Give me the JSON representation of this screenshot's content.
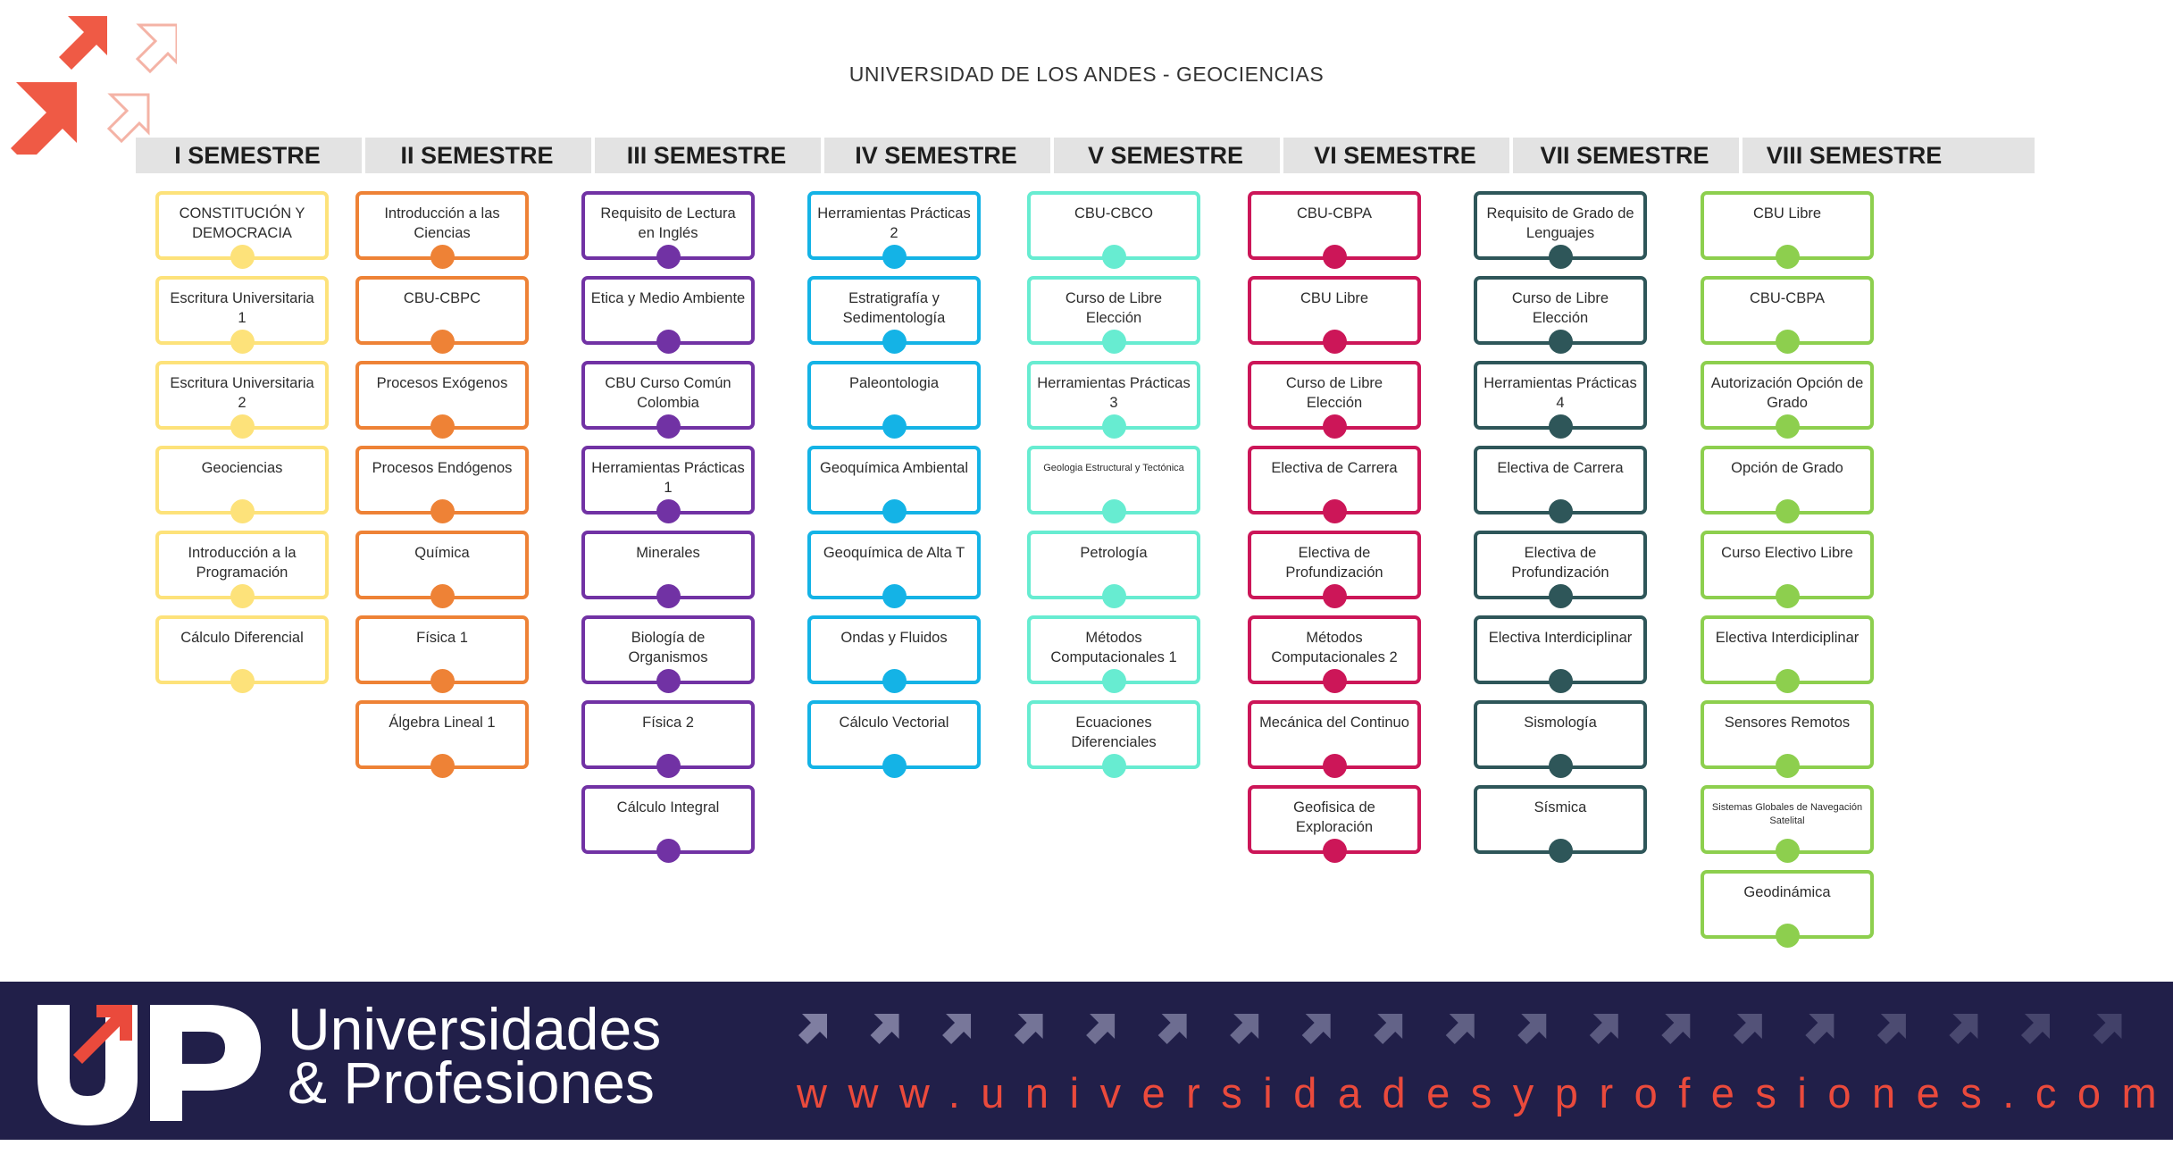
{
  "title": "UNIVERSIDAD DE LOS ANDES - GEOCIENCIAS",
  "corner_logo_icon": "double-arrow-logo-icon",
  "semesters": [
    {
      "name": "I SEMESTRE",
      "color": "#fde27a",
      "courses": [
        "CONSTITUCIÓN Y DEMOCRACIA",
        "Escritura Universitaria 1",
        "Escritura Universitaria 2",
        "Geociencias",
        "Introducción a la Programación",
        "Cálculo Diferencial"
      ]
    },
    {
      "name": "II SEMESTRE",
      "color": "#ee8236",
      "courses": [
        "Introducción a las Ciencias",
        "CBU-CBPC",
        "Procesos Exógenos",
        "Procesos Endógenos",
        "Química",
        "Física 1",
        "Álgebra Lineal 1"
      ]
    },
    {
      "name": "III SEMESTRE",
      "color": "#7132a4",
      "courses": [
        "Requisito de Lectura en Inglés",
        "Etica y Medio Ambiente",
        "CBU Curso Común Colombia",
        "Herramientas Prácticas 1",
        "Minerales",
        "Biología de Organismos",
        "Física 2",
        "Cálculo Integral"
      ]
    },
    {
      "name": "IV SEMESTRE",
      "color": "#14b3e6",
      "courses": [
        "Herramientas Prácticas 2",
        "Estratigrafía y Sedimentología",
        "Paleontologia",
        "Geoquímica Ambiental",
        "Geoquímica de Alta T",
        "Ondas y Fluidos",
        "Cálculo Vectorial"
      ]
    },
    {
      "name": "V SEMESTRE",
      "color": "#67ecd1",
      "courses": [
        "CBU-CBCO",
        "Curso de Libre Elección",
        "Herramientas Prácticas 3",
        "Geologia Estructural y Tectónica",
        "Petrología",
        "Métodos Computacionales 1",
        "Ecuaciones Diferenciales"
      ]
    },
    {
      "name": "VI SEMESTRE",
      "color": "#cc1658",
      "courses": [
        "CBU-CBPA",
        "CBU Libre",
        "Curso de Libre Elección",
        "Electiva de Carrera",
        "Electiva de Profundización",
        "Métodos Computacionales 2",
        "Mecánica del Continuo",
        "Geofisica de Exploración"
      ]
    },
    {
      "name": "VII SEMESTRE",
      "color": "#2e5659",
      "courses": [
        "Requisito de Grado de Lenguajes",
        "Curso de Libre Elección",
        "Herramientas Prácticas 4",
        "Electiva de Carrera",
        "Electiva de Profundización",
        "Electiva Interdiciplinar",
        "Sismología",
        "Sísmica"
      ]
    },
    {
      "name": "VIII SEMESTRE",
      "color": "#8dcf4e",
      "courses": [
        "CBU Libre",
        "CBU-CBPA",
        "Autorización Opción de Grado",
        "Opción de Grado",
        "Curso Electivo Libre",
        "Electiva Interdiciplinar",
        "Sensores Remotos",
        "Sistemas Globales de Navegación Satelital",
        "Geodinámica"
      ]
    }
  ],
  "footer": {
    "logo_icon": "up-logo-icon",
    "brand_line1": "Universidades",
    "brand_line2": "& Profesiones",
    "website": "www.universidadesyprofesiones.com",
    "arrow_icon": "arrow-up-right-icon",
    "arrow_count": 19,
    "background": "#211f49",
    "accent": "#ea4a3c"
  }
}
